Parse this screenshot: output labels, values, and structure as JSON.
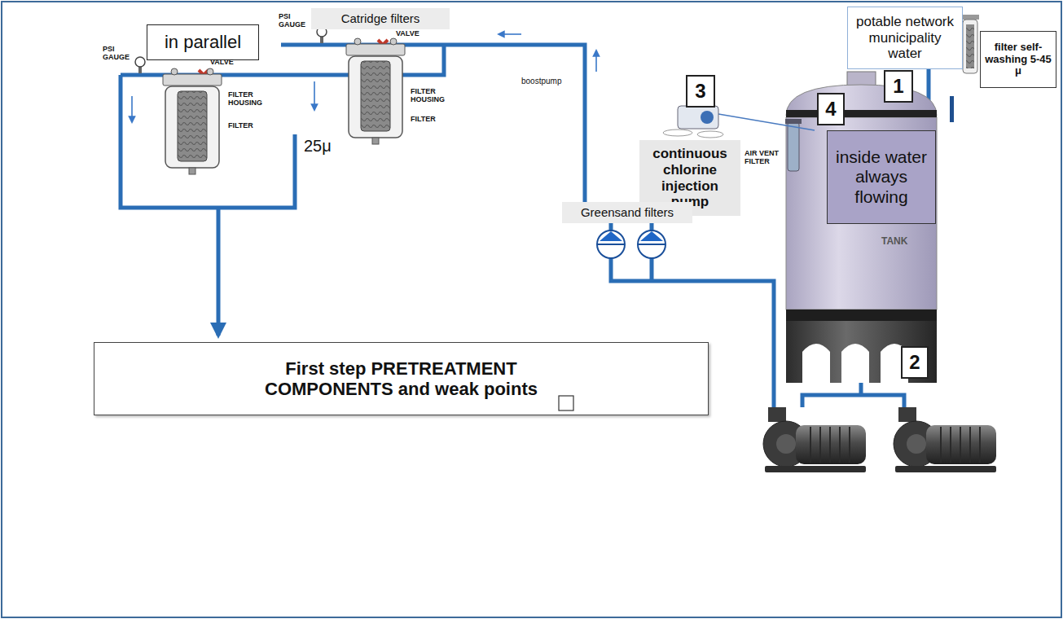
{
  "diagram": {
    "nodes": [
      {
        "text": [
          "in parallel"
        ]
      },
      {
        "text": [
          "Catridge filters"
        ]
      },
      {
        "text": [
          "potable network municipality water"
        ]
      },
      {
        "text": [
          "3"
        ]
      },
      {
        "text": [
          "1"
        ]
      },
      {
        "text": [
          "filter self-washing 5-45 μ"
        ]
      },
      {
        "text": [
          "4"
        ]
      },
      {
        "text": [
          "continuous chlorine injection pump"
        ]
      },
      {
        "text": [
          "inside water always flowing"
        ]
      },
      {
        "text": [
          "Greensand filters"
        ]
      },
      {
        "text": [
          "2"
        ]
      },
      {
        "text": [
          "First step PRETREATMENT COMPONENTS and weak points"
        ]
      }
    ],
    "labels": [
      "PSI GAUGE",
      "VALVE",
      "FILTER HOUSING",
      "FILTER",
      "PSI GAUGE",
      "VALVE",
      "FILTER HOUSING",
      "FILTER",
      "25μ",
      "boostpump",
      "AIR VENT FILTER",
      "TANK"
    ]
  }
}
